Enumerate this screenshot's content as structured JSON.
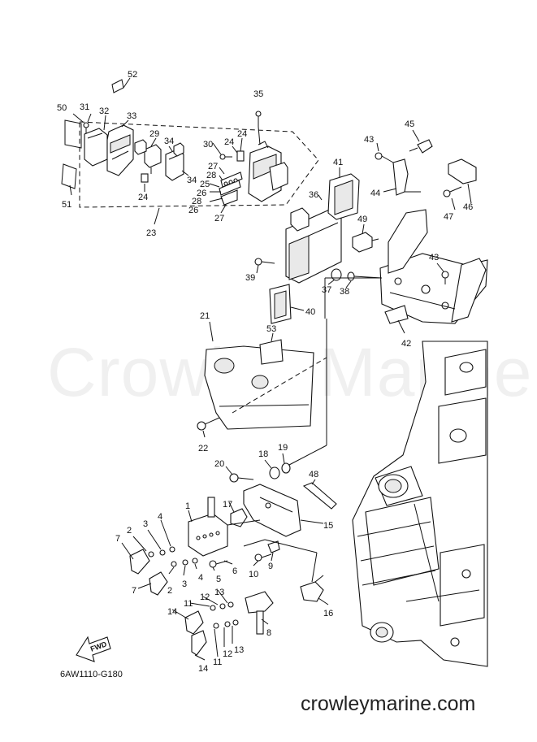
{
  "watermark": "Crowley Marine",
  "diagram_code": "6AW1110-G180",
  "site_url": "crowleymarine.com",
  "fwd_label": "FWD",
  "callouts": {
    "n1": "1",
    "n2": "2",
    "n3": "3",
    "n4": "4",
    "n5": "5",
    "n6": "6",
    "n7": "7",
    "n8": "8",
    "n9": "9",
    "n10": "10",
    "n11": "11",
    "n12": "12",
    "n13": "13",
    "n14": "14",
    "n15": "15",
    "n16": "16",
    "n17": "17",
    "n18": "18",
    "n19": "19",
    "n20": "20",
    "n21": "21",
    "n22": "22",
    "n23": "23",
    "n24": "24",
    "n25": "25",
    "n26": "26",
    "n27": "27",
    "n28": "28",
    "n29": "29",
    "n30": "30",
    "n31": "31",
    "n32": "32",
    "n33": "33",
    "n34": "34",
    "n35": "35",
    "n36": "36",
    "n37": "37",
    "n38": "38",
    "n39": "39",
    "n40": "40",
    "n41": "41",
    "n42": "42",
    "n43": "43",
    "n44": "44",
    "n45": "45",
    "n46": "46",
    "n47": "47",
    "n48": "48",
    "n49": "49",
    "n50": "50",
    "n51": "51",
    "n52": "52",
    "n53": "53"
  }
}
